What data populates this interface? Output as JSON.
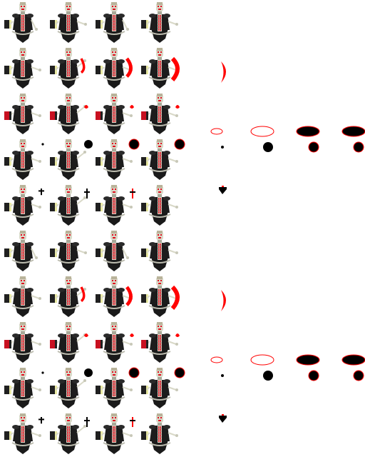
{
  "sprite_sheet": {
    "grid": {
      "rows": 10,
      "cols": 8
    },
    "character": "robed-skeleton-caster",
    "colors": {
      "robe": "#1a1a1a",
      "bone": "#d9d9c8",
      "blood": "#e01020",
      "book": "#202020",
      "book_page": "#e8e8a0",
      "effect_red": "#ff0000",
      "effect_black": "#000000"
    },
    "sequences": [
      {
        "name": "idle",
        "row": 0,
        "effect": "none"
      },
      {
        "name": "slash",
        "row": 1,
        "effect": "crescent"
      },
      {
        "name": "fire",
        "row": 2,
        "effect": "flame"
      },
      {
        "name": "orb",
        "row": 3,
        "effect": "orb"
      },
      {
        "name": "summon-dagger",
        "row": 4,
        "effect": "dagger"
      },
      {
        "name": "idle",
        "row": 5,
        "effect": "none"
      },
      {
        "name": "slash",
        "row": 6,
        "effect": "crescent"
      },
      {
        "name": "fire",
        "row": 7,
        "effect": "flame"
      },
      {
        "name": "orb",
        "row": 8,
        "effect": "orb"
      },
      {
        "name": "summon-dagger",
        "row": 9,
        "effect": "dagger"
      }
    ],
    "projectiles": [
      {
        "row": 1,
        "kind": "crescent",
        "stages": 1
      },
      {
        "row": 2,
        "kind": "ring",
        "stages": 4
      },
      {
        "row": 3,
        "kind": "orb",
        "stages": 4
      },
      {
        "row": 4,
        "kind": "dagger",
        "stages": 1
      },
      {
        "row": 6,
        "kind": "crescent",
        "stages": 1
      },
      {
        "row": 7,
        "kind": "ring",
        "stages": 4
      },
      {
        "row": 8,
        "kind": "orb",
        "stages": 4
      },
      {
        "row": 9,
        "kind": "dagger",
        "stages": 1
      }
    ]
  }
}
